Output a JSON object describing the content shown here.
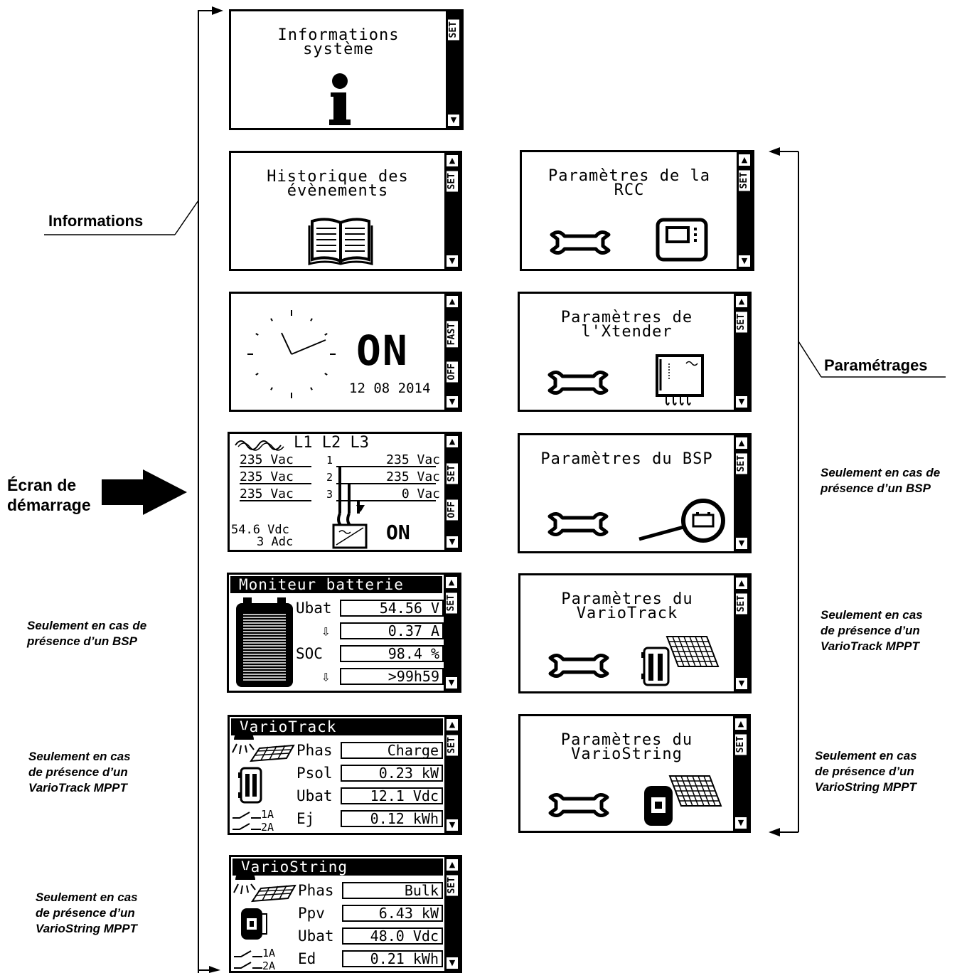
{
  "labels": {
    "informations": "Informations",
    "parametrages": "Paramétrages",
    "start_screen": [
      "Écran de",
      "démarrage"
    ]
  },
  "notes": {
    "left_bsp": [
      "Seulement en cas de",
      "présence d’un BSP"
    ],
    "left_variotrack": [
      "Seulement en cas",
      "de présence d’un",
      "VarioTrack MPPT"
    ],
    "left_variostring": [
      "Seulement en cas",
      "de présence d’un",
      "VarioString MPPT"
    ],
    "right_bsp": [
      "Seulement en cas de",
      "présence d’un BSP"
    ],
    "right_variotrack": [
      "Seulement en cas",
      "de présence d’un",
      "VarioTrack MPPT"
    ],
    "right_variostring": [
      "Seulement en cas",
      "de présence d’un",
      "VarioString MPPT"
    ]
  },
  "scrollbar": {
    "up": "▲",
    "down": "▼",
    "set": "SET",
    "fast": "FAST",
    "off": "OFF"
  },
  "screens": {
    "info_system": {
      "title": [
        "Informations",
        "système"
      ]
    },
    "event_history": {
      "title": [
        "Historique des",
        "évènements"
      ]
    },
    "clock": {
      "status": "ON",
      "date": "12 08 2014"
    },
    "ac_flow": {
      "header": "L1 L2 L3",
      "rows": [
        {
          "in": "235 Vac",
          "phase": "1",
          "out": "235 Vac"
        },
        {
          "in": "235 Vac",
          "phase": "2",
          "out": "235 Vac"
        },
        {
          "in": "235 Vac",
          "phase": "3",
          "out": "0 Vac"
        }
      ],
      "battery_voltage": "54.6 Vdc",
      "battery_current": "3 Adc",
      "status": "ON"
    },
    "battery_monitor": {
      "header": "Moniteur batterie",
      "rows": [
        {
          "label": "Ubat",
          "value": "54.56 V"
        },
        {
          "label": "⇩",
          "value": "0.37 A"
        },
        {
          "label": "SOC",
          "value": "98.4 %"
        },
        {
          "label": "⇩",
          "value": ">99h59"
        }
      ]
    },
    "variotrack": {
      "header": "VarioTrack",
      "rows": [
        {
          "label": "Phas",
          "value": "Charge"
        },
        {
          "label": "Psol",
          "value": "0.23 kW"
        },
        {
          "label": "Ubat",
          "value": "12.1 Vdc"
        },
        {
          "label": "Ej",
          "value": "0.12 kWh"
        }
      ],
      "rel1": "1A",
      "rel2": "2A"
    },
    "variostring": {
      "header": "VarioString",
      "rows": [
        {
          "label": "Phas",
          "value": "Bulk"
        },
        {
          "label": "Ppv",
          "value": "6.43 kW"
        },
        {
          "label": "Ubat",
          "value": "48.0 Vdc"
        },
        {
          "label": "Ed",
          "value": "0.21 kWh"
        }
      ],
      "rel1": "1A",
      "rel2": "2A"
    },
    "rcc_params": {
      "title": [
        "Paramètres de la",
        "RCC"
      ]
    },
    "xtender_params": {
      "title": [
        "Paramètres de",
        "l'Xtender"
      ]
    },
    "bsp_params": {
      "title": [
        "Paramètres du BSP"
      ]
    },
    "variotrack_params": {
      "title": [
        "Paramètres du",
        "VarioTrack"
      ]
    },
    "variostring_params": {
      "title": [
        "Paramètres du",
        "VarioString"
      ]
    }
  }
}
